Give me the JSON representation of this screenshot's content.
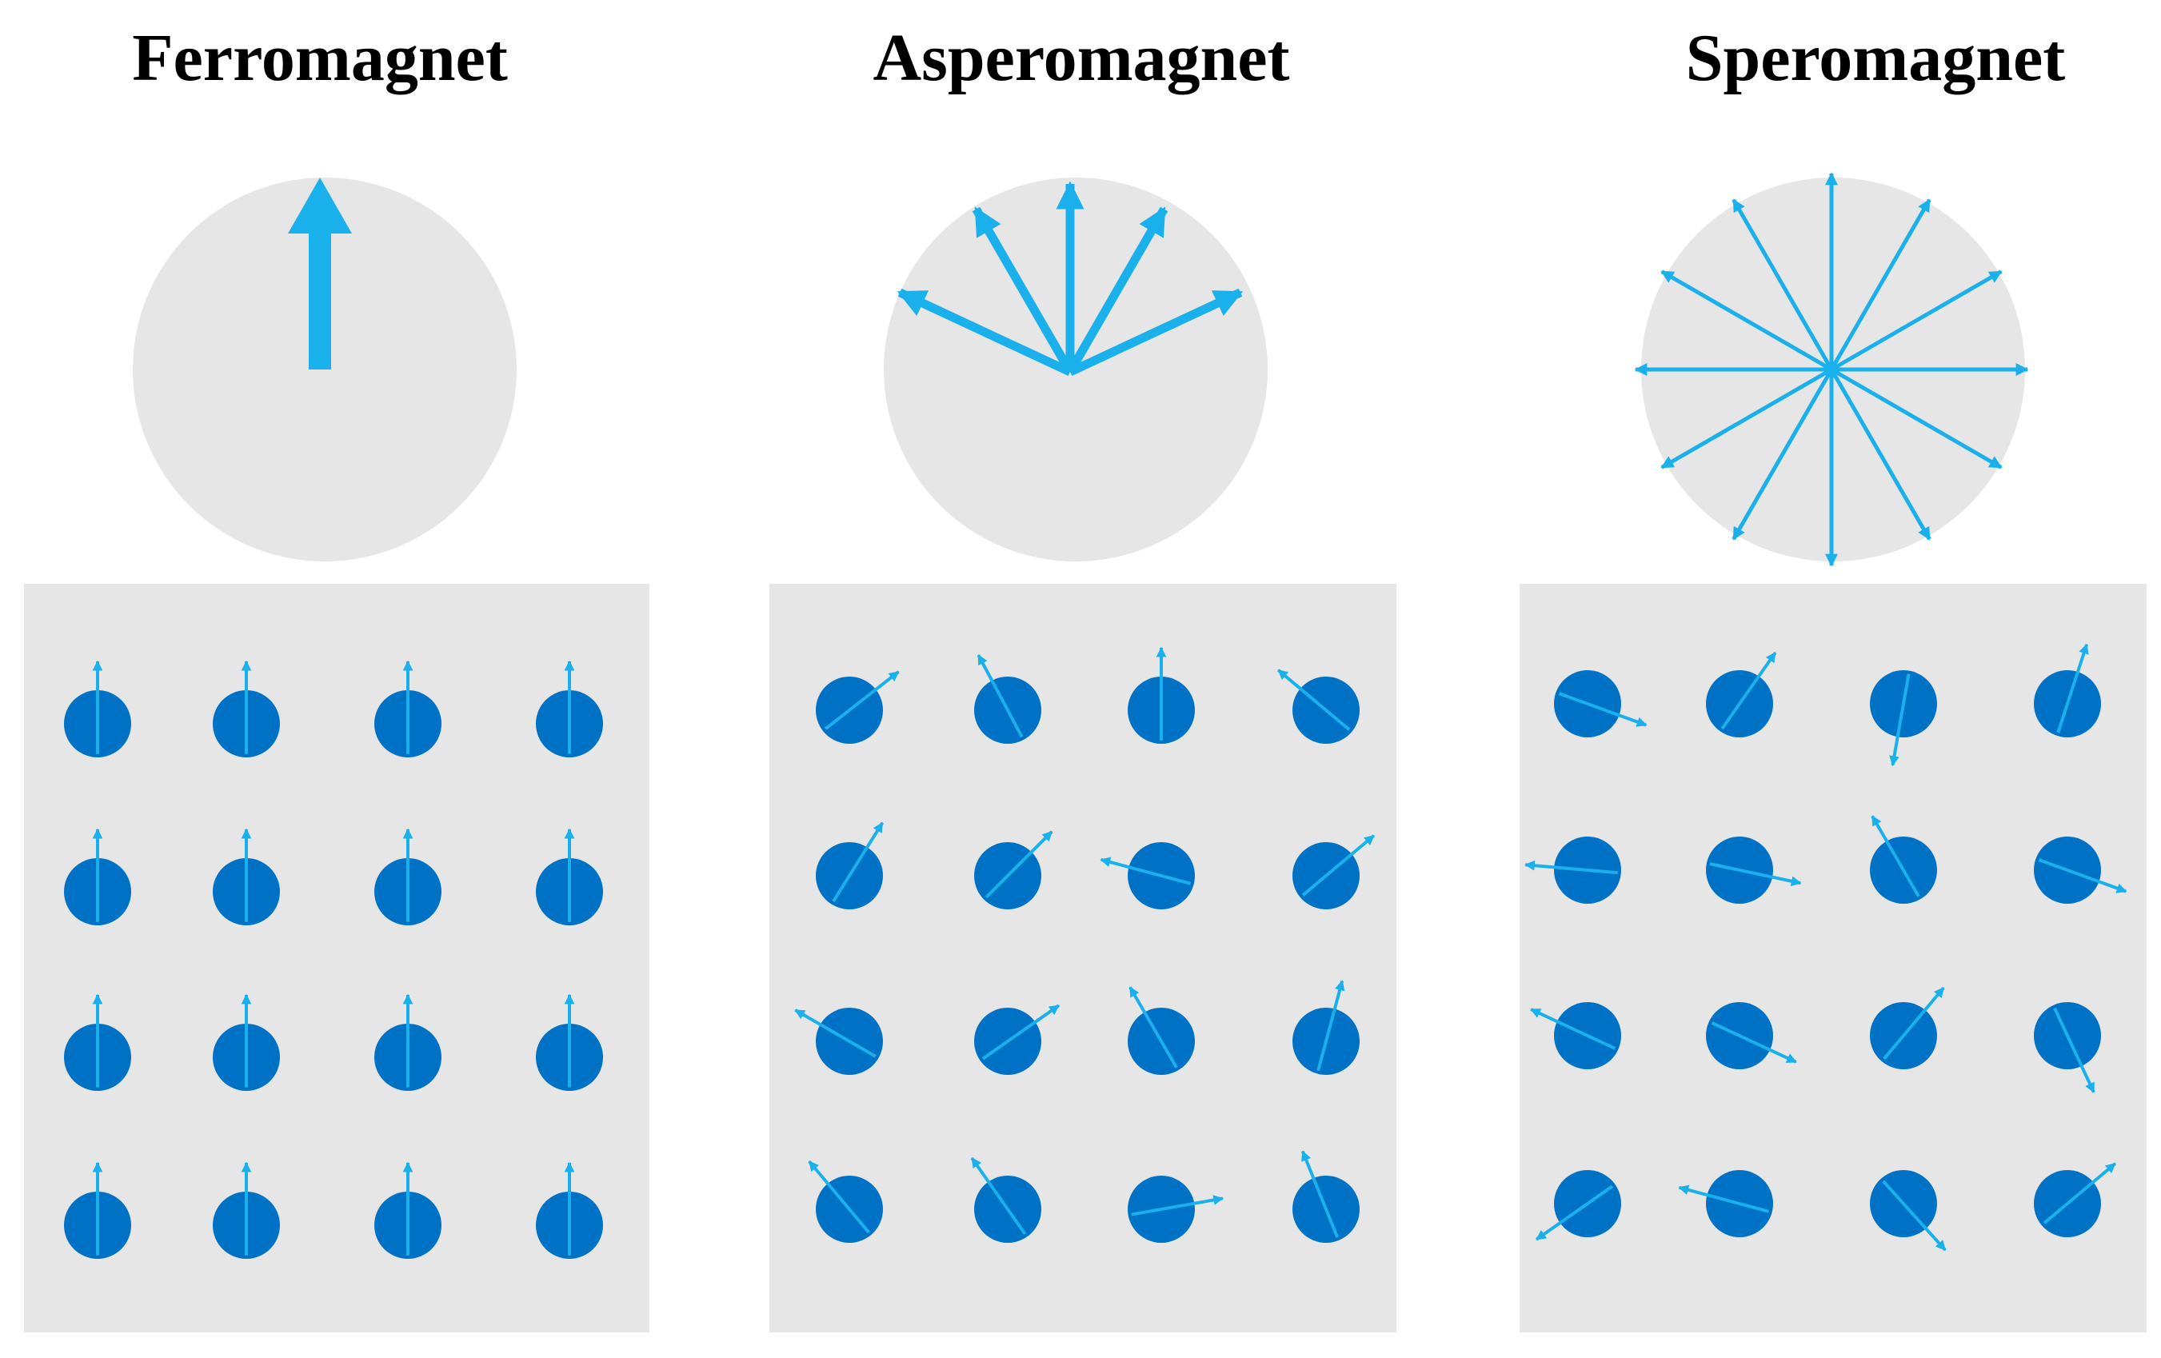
{
  "colors": {
    "background": "#ffffff",
    "panel_fill": "#e6e6e6",
    "spin_arrow": "#19b0ec",
    "atom": "#0072c6"
  },
  "panels": [
    {
      "id": "ferromagnet",
      "title": "Ferromagnet",
      "distribution_angles_deg": [
        90
      ],
      "lattice_angles_deg": [
        [
          90,
          90,
          90,
          90
        ],
        [
          90,
          90,
          90,
          90
        ],
        [
          90,
          90,
          90,
          90
        ],
        [
          90,
          90,
          90,
          90
        ]
      ]
    },
    {
      "id": "asperomagnet",
      "title": "Asperomagnet",
      "distribution_angles_deg": [
        155,
        120,
        90,
        60,
        25
      ],
      "lattice_angles_deg": [
        [
          38,
          118,
          90,
          140
        ],
        [
          58,
          45,
          165,
          40
        ],
        [
          150,
          35,
          120,
          75
        ],
        [
          130,
          125,
          10,
          112
        ]
      ]
    },
    {
      "id": "speromagnet",
      "title": "Speromagnet",
      "distribution_angles_deg": [
        0,
        30,
        60,
        90,
        120,
        150,
        180,
        210,
        240,
        270,
        300,
        330
      ],
      "lattice_angles_deg": [
        [
          -20,
          55,
          -100,
          72
        ],
        [
          175,
          -12,
          120,
          -20
        ],
        [
          155,
          -25,
          50,
          -65
        ],
        [
          215,
          165,
          -48,
          40
        ]
      ]
    }
  ]
}
